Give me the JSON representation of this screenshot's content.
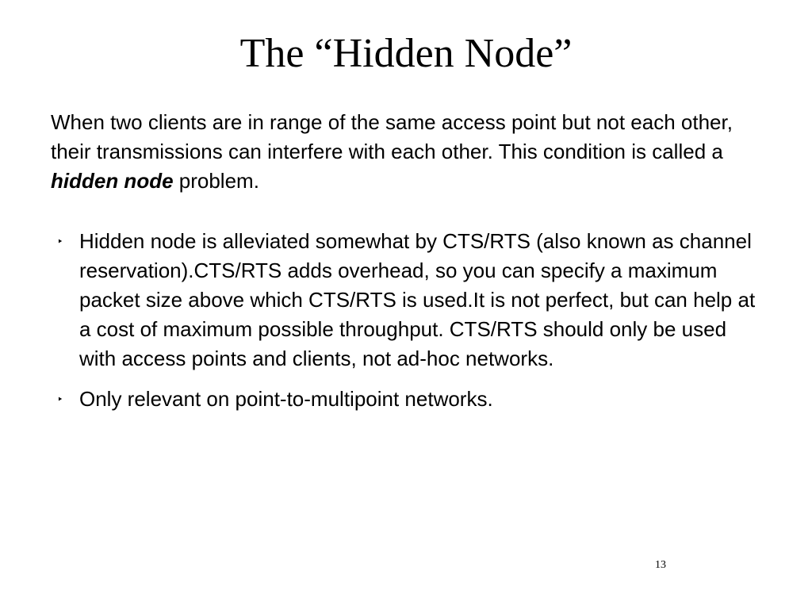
{
  "slide": {
    "title": "The “Hidden Node”",
    "intro": {
      "text_before": "When two clients are in range of the same access point but not each other, their transmissions can interfere with each other. This condition is called a ",
      "emphasis": "hidden node",
      "text_after": " problem."
    },
    "bullets": [
      {
        "marker": "‣",
        "text": "Hidden node is alleviated somewhat by CTS/RTS (also known as channel reservation).CTS/RTS adds overhead, so you can specify a maximum packet size above which CTS/RTS is used.It is not perfect, but can help at a cost of maximum possible throughput. CTS/RTS should only be used with access points and clients, not ad-hoc networks."
      },
      {
        "marker": "‣",
        "text": "Only relevant on point-to-multipoint networks."
      }
    ],
    "page_number": "13"
  }
}
